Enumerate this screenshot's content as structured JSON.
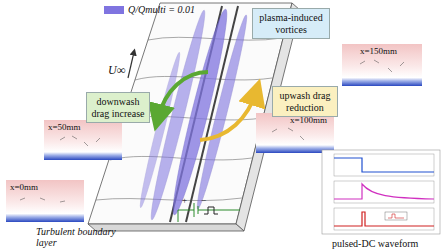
{
  "diagram": {
    "nodes": [
      {
        "text": [
          "plasma-induced vortices"
        ]
      },
      {
        "text": [
          "downwash drag increase"
        ]
      },
      {
        "text": [
          "upwash drag reduction"
        ]
      }
    ],
    "labels": [
      "U∞",
      "x=150mm",
      "x=100mm",
      "x=50mm",
      "x=0mm",
      "Turbulent boundary layer",
      "pulsed-DC waveform",
      "+",
      "−"
    ],
    "legend": [
      {
        "text": "Q/Qmulti = 0.01",
        "color": "#7f74e0"
      }
    ]
  }
}
